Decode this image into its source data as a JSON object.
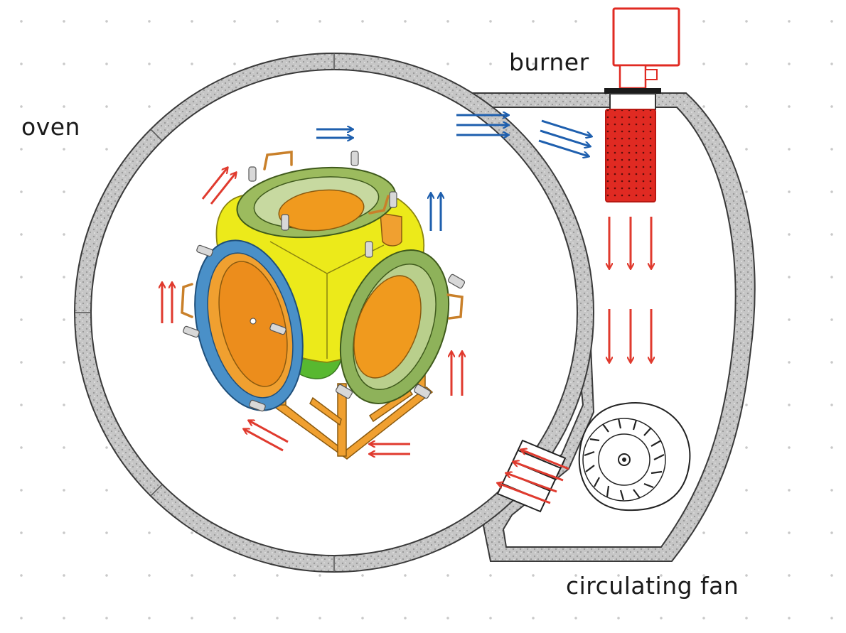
{
  "labels": {
    "oven": "oven",
    "burner": "burner",
    "circulating_fan": "circulating fan"
  },
  "colors": {
    "hot_air_arrow": "#e03a2e",
    "cool_air_arrow": "#1e5fae",
    "burner": "#e02a22",
    "insulation": "#bdbdbd",
    "chamber_body": "#ecea1a",
    "disk": "#f09a1e",
    "front_flange": "#4a90c8",
    "side_flange": "#8eb25a",
    "top_flange": "#9cbb5e",
    "stand": "#f0a030"
  },
  "icons": {
    "hot_air": "red-arrow-icon",
    "cool_air": "blue-arrow-icon",
    "fan": "fan-impeller-icon",
    "burner": "burner-icon"
  }
}
